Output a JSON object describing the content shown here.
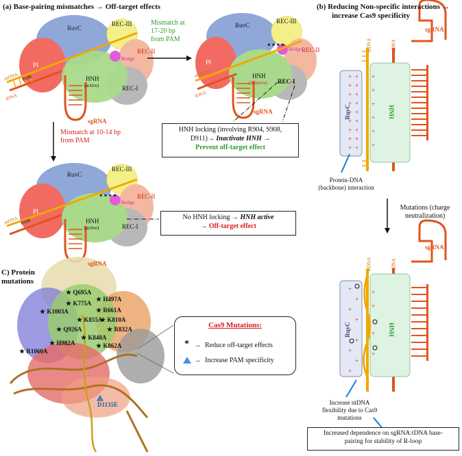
{
  "panel_a": {
    "title": "(a)  Base-pairing mismatches → Off-target effects",
    "domains": {
      "ruvc": "RuvC",
      "rec3": "REC-III",
      "rec2": "REC-II",
      "pi": "PI",
      "bridge": "Bridge",
      "rec1": "REC-I",
      "hnh": "HNH",
      "hnh_active": "(active)",
      "hnh_inactive": "(inactive)",
      "ntdna": "ntDNA",
      "tdna": "tDNA",
      "pam": "PAM",
      "sgrna": "sgRNA"
    },
    "mismatch_17_20": "Mismatch at\n17-20 bp\nfrom PAM",
    "mismatch_10_14": "Mismatch at 10-14 bp\nfrom PAM",
    "locking_box": {
      "line1": "HNH locking (involving R904, S908,",
      "line2a": "D911)→ ",
      "line2b": "Inactivate HNH",
      "line2c": " →",
      "line3": "Prevent off-target effect"
    },
    "nolock_box": {
      "line1a": "No HNH locking → ",
      "line1b": "HNH active",
      "line2a": "→ ",
      "line2b": "Off-target effect"
    }
  },
  "panel_b": {
    "title_line1": "(b)   Reducing Non-specific interactions →",
    "title_line2": "increase Cas9 specificity",
    "sgrna": "sgRNA",
    "ntdna": "ntDNA",
    "tdna": "tDNA",
    "ruvc": "RuvC",
    "hnh": "HNH",
    "backbone_label": "Protein-DNA\n(backbone) interaction",
    "mutations_label": "Mutations (charge\nneutralization)",
    "flex_label": "Increase ntDNA\nflexibility due to Cas9\nmutations",
    "dependence_box": "Increased dependence on sgRNA:tDNA base-\npairing for stability of R-loop"
  },
  "panel_c": {
    "title": "C) Protein\nmutations",
    "mutations": [
      "Q695A",
      "K775A",
      "H497A",
      "K1003A",
      "R661A",
      "K855A",
      "K810A",
      "Q926A",
      "R832A",
      "K848A",
      "H982A",
      "K862A",
      "R1060A",
      "D1135E"
    ],
    "legend_title": "Cas9 Mutations:",
    "legend_star": "Reduce off-target effects",
    "legend_triangle": "Increase PAM specificity"
  },
  "colors": {
    "ruvc": "#8fa8d8",
    "rec3": "#f3f08a",
    "rec2": "#f4b8a0",
    "pi": "#f26b63",
    "hnh": "#a9d98a",
    "rec1": "#b8b8b8",
    "bridge": "#e45ad8",
    "sgrna": "#e0541b",
    "ntdna": "#f2a800",
    "tdna": "#e0541b",
    "red_text": "#d62020",
    "green_text": "#2e9b2e",
    "box_fill": "#dff3e3"
  }
}
